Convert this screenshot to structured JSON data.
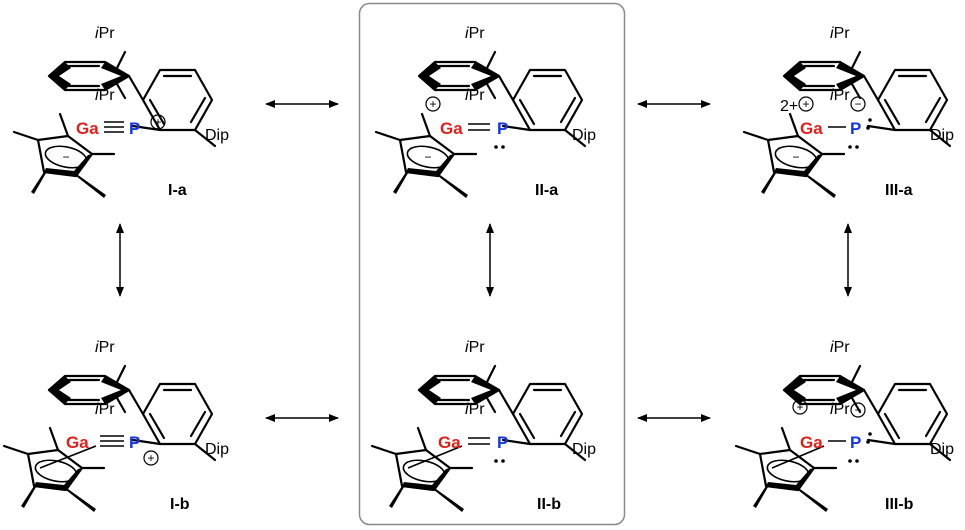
{
  "colors": {
    "gallium": "#e0201b",
    "phosphorus": "#1436e6",
    "frame": "#8a8a8a",
    "ink": "#000000"
  },
  "substituents": {
    "ipr_prefix": "i",
    "ipr_suffix": "Pr",
    "dip": "Dip"
  },
  "structures": [
    {
      "id": "I-a",
      "label": "I-a",
      "ga": "Ga",
      "p": "P",
      "bond": "triple",
      "charge_p": "+",
      "cp_charge": "−",
      "highlighted": false
    },
    {
      "id": "II-a",
      "label": "II-a",
      "ga": "Ga",
      "p": "P",
      "bond": "double",
      "charge_ga": "+",
      "cp_charge": "−",
      "highlighted": true
    },
    {
      "id": "III-a",
      "label": "III-a",
      "ga": "Ga",
      "p": "P",
      "bond": "single",
      "charge_ga": "2+",
      "charge_p": "−",
      "cp_charge": "−",
      "highlighted": false
    },
    {
      "id": "I-b",
      "label": "I-b",
      "ga": "Ga",
      "p": "P",
      "bond": "triple",
      "charge_p": "+",
      "highlighted": false
    },
    {
      "id": "II-b",
      "label": "II-b",
      "ga": "Ga",
      "p": "P",
      "bond": "double",
      "highlighted": true
    },
    {
      "id": "III-b",
      "label": "III-b",
      "ga": "Ga",
      "p": "P",
      "bond": "single",
      "charge_ga": "+",
      "charge_p": "−",
      "highlighted": false
    }
  ],
  "resonance_arrows": [
    "I-a↔II-a",
    "II-a↔III-a",
    "I-a↔I-b",
    "II-a↔II-b",
    "III-a↔III-b",
    "I-b↔II-b",
    "II-b↔III-b"
  ]
}
